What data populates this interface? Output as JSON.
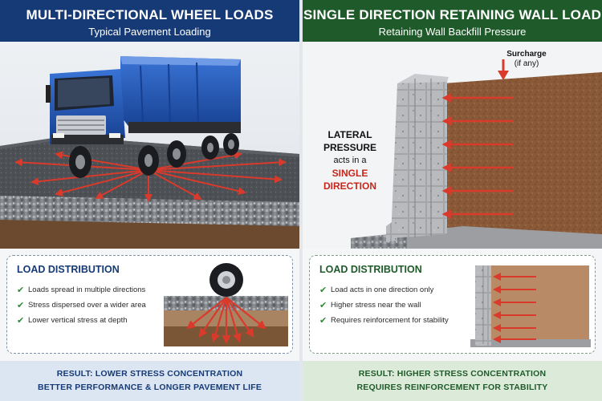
{
  "left": {
    "title": "MULTI-DIRECTIONAL WHEEL LOADS",
    "subtitle": "Typical Pavement Loading",
    "box_title": "LOAD DISTRIBUTION",
    "bullets": [
      "Loads spread in multiple directions",
      "Stress dispersed over a wider area",
      "Lower vertical stress at depth"
    ],
    "result_line1": "RESULT: LOWER STRESS CONCENTRATION",
    "result_line2": "BETTER PERFORMANCE & LONGER PAVEMENT LIFE"
  },
  "right": {
    "title": "SINGLE DIRECTION RETAINING WALL LOAD",
    "subtitle": "Retaining Wall Backfill Pressure",
    "surcharge_label": "Surcharge",
    "surcharge_note": "(if any)",
    "lateral_label": [
      "LATERAL",
      "PRESSURE",
      "acts in a",
      "SINGLE",
      "DIRECTION"
    ],
    "box_title": "LOAD DISTRIBUTION",
    "bullets": [
      "Load acts in one direction only",
      "Higher stress near the wall",
      "Requires reinforcement for stability"
    ],
    "result_line1": "RESULT: HIGHER STRESS CONCENTRATION",
    "result_line2": "REQUIRES REINFORCEMENT FOR STABILITY"
  },
  "colors": {
    "left_header": "#163a76",
    "right_header": "#1f5b2a",
    "arrow_red": "#d93a2b",
    "soil_brown": "#8a5a38",
    "truck_blue": "#1f55b8"
  },
  "icons": [
    "check-icon",
    "truck-icon",
    "tire-icon",
    "down-arrow-icon"
  ]
}
